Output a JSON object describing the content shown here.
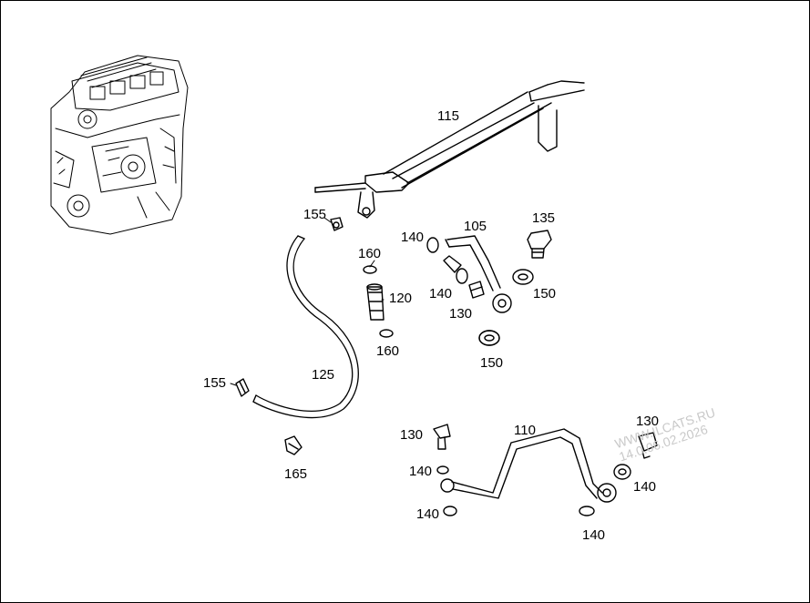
{
  "diagram": {
    "part_labels": {
      "p115": "115",
      "p155a": "155",
      "p155b": "155",
      "p160a": "160",
      "p160b": "160",
      "p120": "120",
      "p125": "125",
      "p105": "105",
      "p140a": "140",
      "p140b": "140",
      "p135": "135",
      "p150a": "150",
      "p150b": "150",
      "p130a": "130",
      "p130b": "130",
      "p130c": "130",
      "p165": "165",
      "p110": "110",
      "p140c": "140",
      "p140d": "140",
      "p140e": "140",
      "p140f": "140"
    }
  },
  "watermark": {
    "site": "WWW.ILCATS.RU",
    "date": "14.0.06.02.2026"
  }
}
